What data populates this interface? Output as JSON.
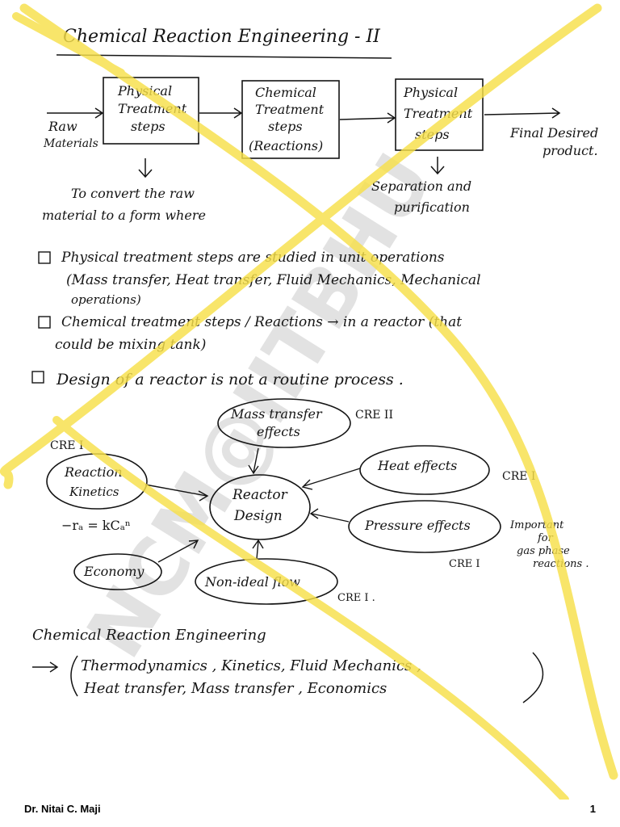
{
  "title": "Chemical Reaction Engineering - II",
  "flow": {
    "input_line1": "Raw",
    "input_line2": "Materials",
    "box1": [
      "Physical",
      "Treatment",
      "steps"
    ],
    "box2": [
      "Chemical",
      "Treatment",
      "steps",
      "(Reactions)"
    ],
    "box3": [
      "Physical",
      "Treatment",
      "steps"
    ],
    "output_line1": "Final Desired",
    "output_line2": "product.",
    "note1_line1": "To convert the raw",
    "note1_line2": "material to a form where",
    "note3_line1": "Separation and",
    "note3_line2": "purification"
  },
  "bullets": [
    {
      "lines": [
        "Physical treatment steps are studied in unit operations",
        "(Mass transfer, Heat transfer, Fluid Mechanics, Mechanical",
        "operations)"
      ]
    },
    {
      "lines": [
        "Chemical treatment steps / Reactions → in a reactor (that",
        "could be mixing tank)"
      ]
    },
    {
      "lines": [
        "Design of a reactor is not a routine process ."
      ]
    }
  ],
  "mindmap": {
    "center": [
      "Reactor",
      "Design"
    ],
    "mass_transfer": [
      "Mass transfer",
      "effects"
    ],
    "mass_transfer_tag": "CRE II",
    "kinetics": [
      "Reaction",
      "Kinetics"
    ],
    "kinetics_tag": "CRE I",
    "rate_eq": "−rₐ = kCₐⁿ",
    "heat": "Heat effects",
    "heat_tag": "CRE I",
    "pressure": "Pressure effects",
    "pressure_tag": "CRE I",
    "pressure_note": [
      "Important",
      "for",
      "gas phase",
      "reactions ."
    ],
    "economy": "Economy",
    "nonideal": "Non-ideal flow",
    "nonideal_tag": "CRE I ."
  },
  "summary": {
    "heading": "Chemical Reaction Engineering",
    "line1": "Thermodynamics , Kinetics, Fluid Mechanics ,",
    "line2": "Heat transfer, Mass transfer , Economics"
  },
  "watermark": "NCM@IITBHU",
  "footer": {
    "author": "Dr. Nitai C. Maji",
    "page": "1"
  },
  "colors": {
    "ink": "#141414",
    "highlight": "#f7e04a",
    "watermark": "#d9d9d9"
  }
}
